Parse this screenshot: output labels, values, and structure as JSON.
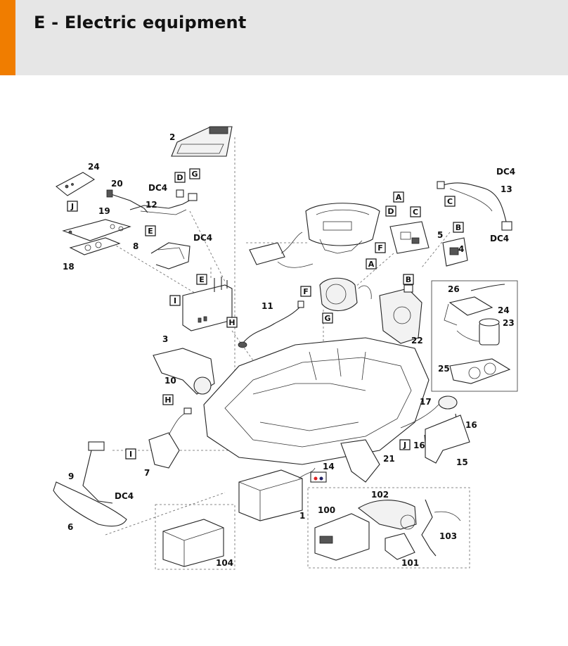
{
  "header": {
    "title": "E - Electric equipment",
    "accent_color": "#f07d00",
    "background": "#e6e6e6"
  },
  "callouts": {
    "p1": "1",
    "p2": "2",
    "p3": "3",
    "p4": "4",
    "p5": "5",
    "p6": "6",
    "p7": "7",
    "p8": "8",
    "p9": "9",
    "p10": "10",
    "p11": "11",
    "p12": "12",
    "p13": "13",
    "p14": "14",
    "p15": "15",
    "p16": "16",
    "p17": "17",
    "p18": "18",
    "p19": "19",
    "p20": "20",
    "p21": "21",
    "p22": "22",
    "p23": "23",
    "p24": "24",
    "p25": "25",
    "p26": "26",
    "p100": "100",
    "p101": "101",
    "p102": "102",
    "p103": "103",
    "p104": "104",
    "dc4": "DC4"
  },
  "letters": {
    "A": "A",
    "B": "B",
    "C": "C",
    "D": "D",
    "E": "E",
    "F": "F",
    "G": "G",
    "H": "H",
    "I": "I",
    "J": "J"
  }
}
